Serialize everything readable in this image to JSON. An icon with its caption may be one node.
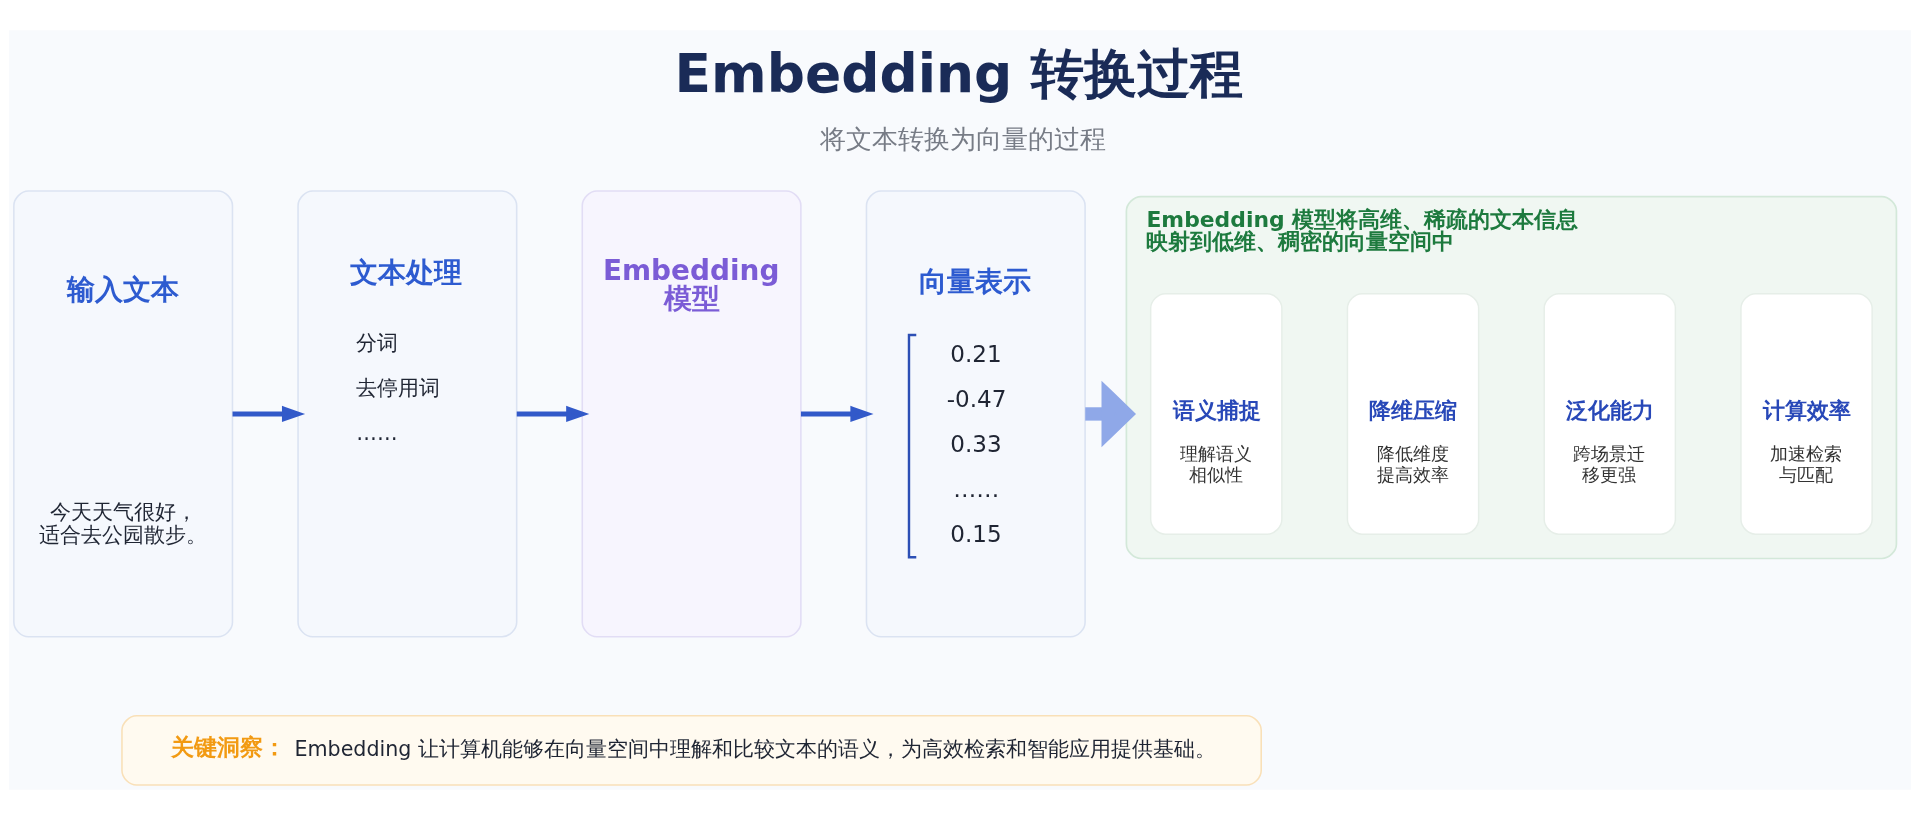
{
  "diagram": {
    "title": "Embedding 转换过程",
    "caption": "将文本转换为向量的过程",
    "nodes": [
      {
        "text": [
          "输入文本",
          "今天天气很好，适合去公园散步。"
        ]
      },
      {
        "text": [
          "文本处理",
          "分词",
          "去停用词",
          "……"
        ]
      },
      {
        "text": [
          "Embedding 模型"
        ]
      },
      {
        "text": [
          "向量表示",
          "0.21",
          "-0.47",
          "0.33",
          "……",
          "0.15"
        ]
      },
      {
        "text": [
          "Embedding 模型将高维、稀疏的文本信息映射到低维、稠密的向量空间中"
        ]
      },
      {
        "text": [
          "语义捕捉",
          "理解语义相似性"
        ],
        "in": 4
      },
      {
        "text": [
          "降维压缩",
          "降低维度提高效率"
        ],
        "in": 4
      },
      {
        "text": [
          "泛化能力",
          "跨场景迁移更强"
        ],
        "in": 4
      },
      {
        "text": [
          "计算效率",
          "加速检索与匹配"
        ],
        "in": 4
      },
      {
        "text": [
          "关键洞察：",
          "Embedding 让计算机能够在向量空间中理解和比较文本的语义，为高效检索和智能应用提供基础。"
        ]
      }
    ],
    "edges": [
      {
        "from": 0,
        "to": 1,
        "arrow": "to"
      },
      {
        "from": 1,
        "to": 2,
        "arrow": "to"
      },
      {
        "from": 2,
        "to": 3,
        "arrow": "to"
      },
      {
        "from": 3,
        "to": 4,
        "arrow": "to",
        "style": "thick",
        "color": "#8fa8e8"
      }
    ]
  }
}
